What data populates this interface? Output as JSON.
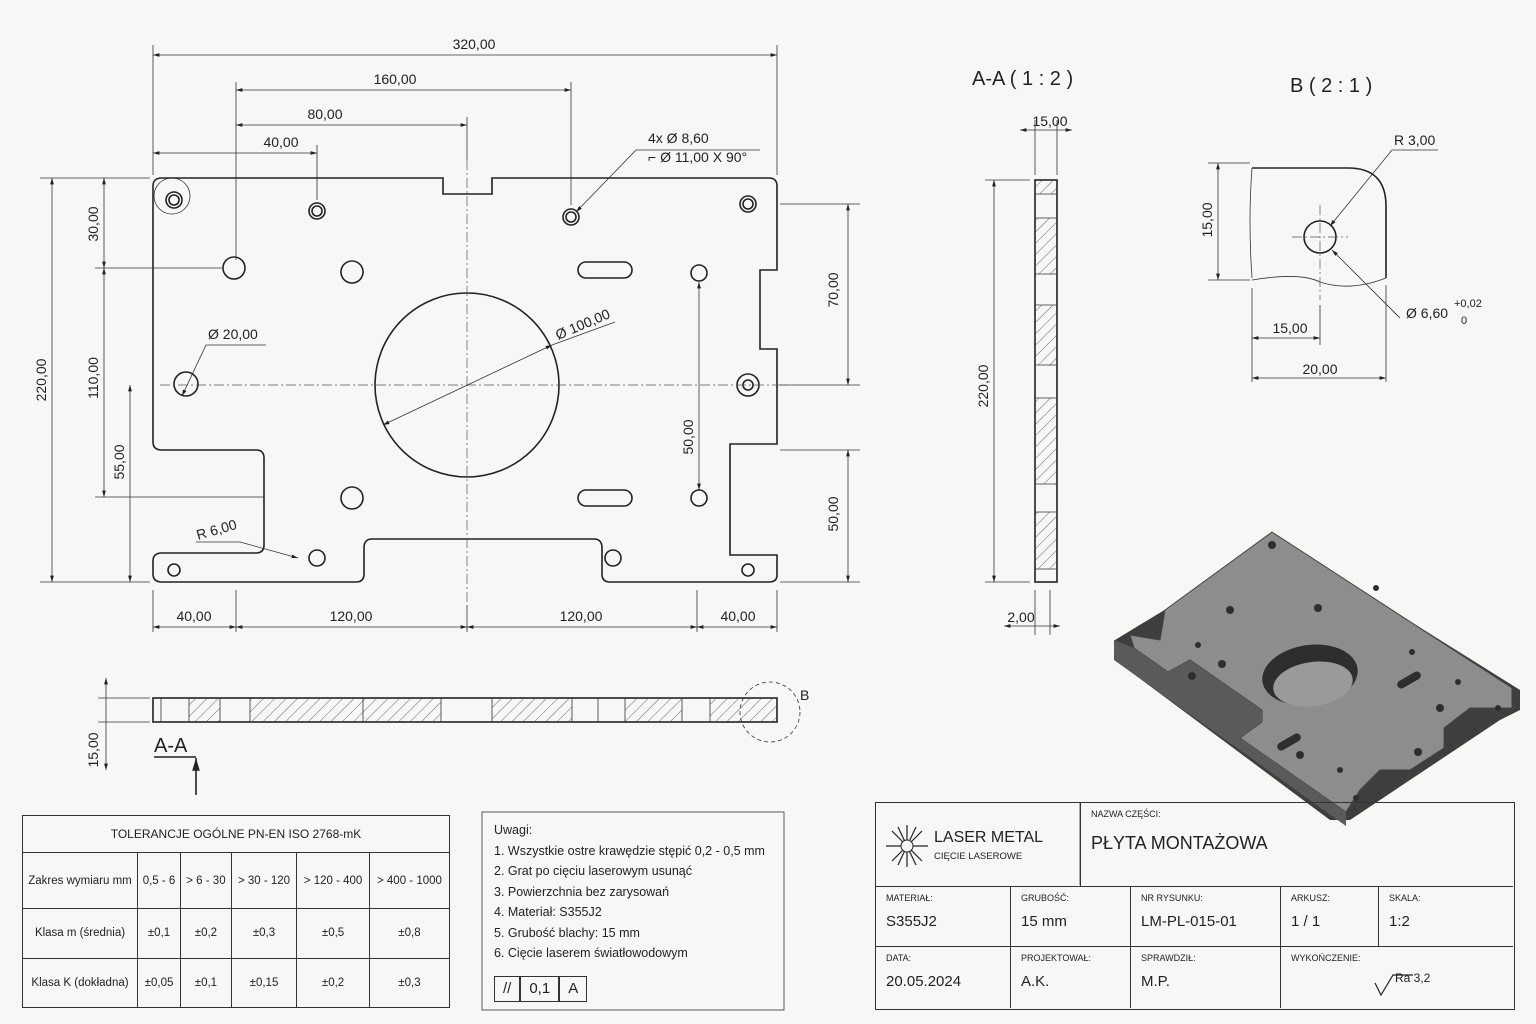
{
  "main_view": {
    "dims": {
      "d320": "320,00",
      "d160": "160,00",
      "d80": "80,00",
      "d40top": "40,00",
      "d220": "220,00",
      "d110": "110,00",
      "d55": "55,00",
      "d30": "30,00",
      "d70": "70,00",
      "d50r": "50,00",
      "d50v": "50,00",
      "b40a": "40,00",
      "b120a": "120,00",
      "b120b": "120,00",
      "b40b": "40,00",
      "holes_line1": "4x Ø 8,60",
      "holes_line2": "⌐ Ø 11,00 X 90°",
      "dia20": "Ø 20,00",
      "dia100": "Ø 100,00",
      "r6": "R 6,00"
    }
  },
  "side_view": {
    "thickness": "15,00",
    "section_label": "A-A",
    "detail_label": "B"
  },
  "section_view": {
    "title": "A-A ( 1 : 2 )",
    "d15": "15,00",
    "d220": "220,00",
    "d2": "2,00"
  },
  "detail_view": {
    "title": "B ( 2 : 1 )",
    "r3": "R 3,00",
    "d15v": "15,00",
    "dia_main": "Ø 6,60",
    "tol_plus": "+0,02",
    "tol_minus": "0",
    "d15h": "15,00",
    "d20": "20,00"
  },
  "tolerance_table": {
    "title": "TOLERANCJE OGÓLNE PN-EN ISO 2768-mK",
    "header_label": "Zakres wymiaru mm",
    "ranges": [
      "0,5 - 6",
      "> 6 - 30",
      "> 30 - 120",
      "> 120 - 400",
      "> 400 - 1000"
    ],
    "rows": [
      {
        "label": "Klasa m (średnia)",
        "values": [
          "±0,1",
          "±0,2",
          "±0,3",
          "±0,5",
          "±0,8"
        ]
      },
      {
        "label": "Klasa K (dokładna)",
        "values": [
          "±0,05",
          "±0,1",
          "±0,15",
          "±0,2",
          "±0,3"
        ]
      }
    ]
  },
  "notes": {
    "title": "Uwagi:",
    "items": [
      "1. Wszystkie ostre krawędzie stępić 0,2 - 0,5 mm",
      "2. Grat po cięciu laserowym usunąć",
      "3. Powierzchnia bez zarysowań",
      "4. Materiał: S355J2",
      "5. Grubość blachy: 15 mm",
      "6. Cięcie laserem światłowodowym"
    ],
    "frame": {
      "symbol": "//",
      "value": "0,1",
      "datum": "A"
    }
  },
  "title_block": {
    "company": "LASER METAL",
    "company_sub": "CIĘCIE LASEROWE",
    "part_name_label": "NAZWA CZĘŚCI:",
    "part_name": "PŁYTA MONTAŻOWA",
    "material_label": "MATERIAŁ:",
    "material": "S355J2",
    "thickness_label": "GRUBOŚĆ:",
    "thickness": "15 mm",
    "drawing_no_label": "NR RYSUNKU:",
    "drawing_no": "LM-PL-015-01",
    "sheet_label": "ARKUSZ:",
    "sheet": "1 / 1",
    "scale_label": "SKALA:",
    "scale": "1:2",
    "date_label": "DATA:",
    "date": "20.05.2024",
    "designer_label": "PROJEKTOWAŁ:",
    "designer": "A.K.",
    "checker_label": "SPRAWDZIŁ:",
    "checker": "M.P.",
    "finish_label": "WYKOŃCZENIE:",
    "finish": "Ra 3,2"
  }
}
